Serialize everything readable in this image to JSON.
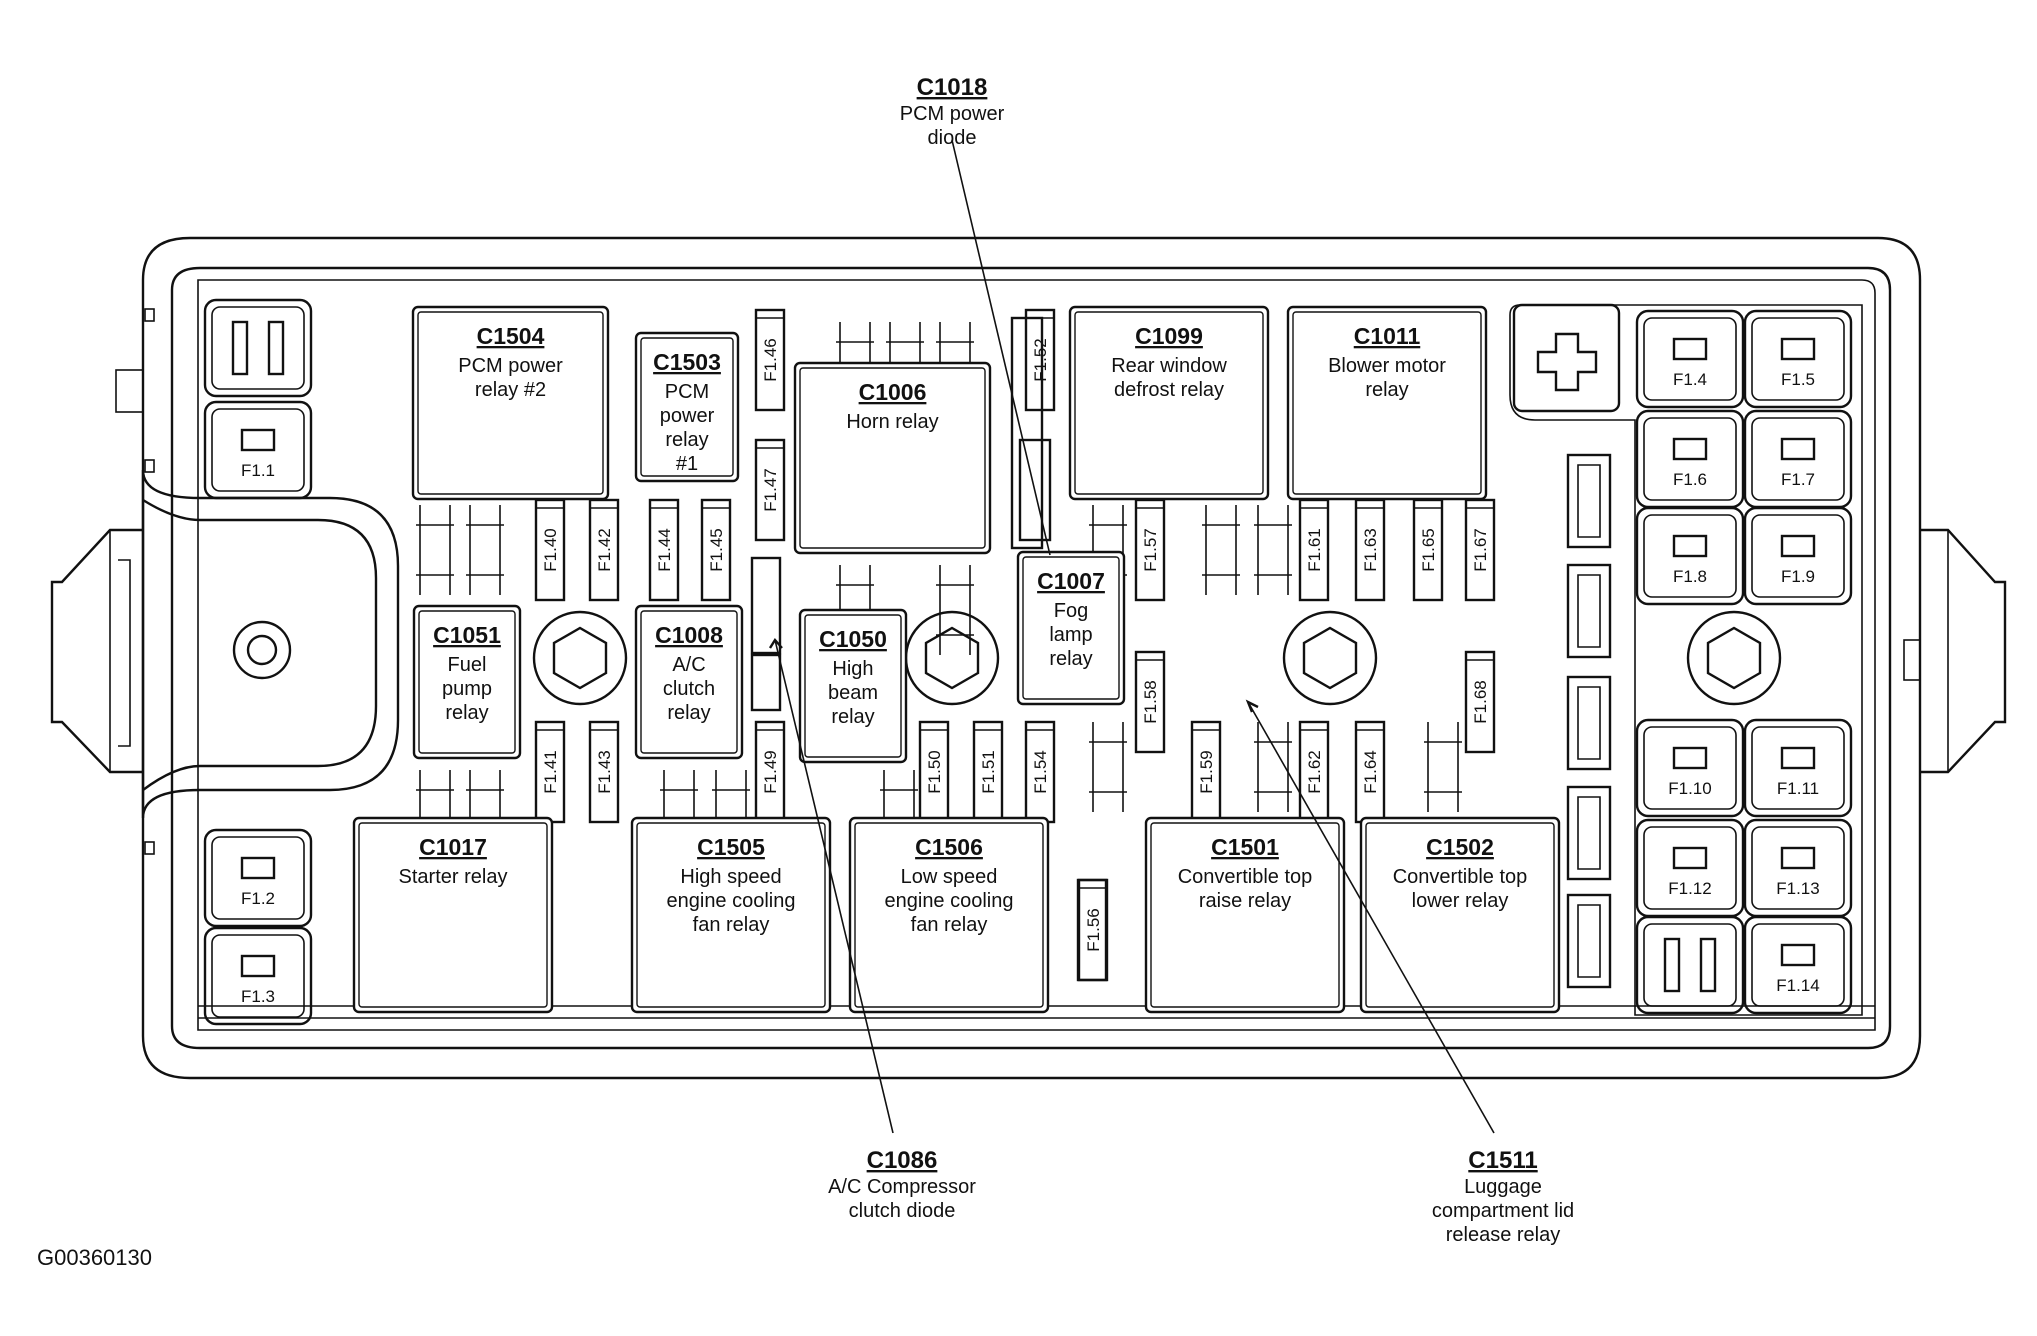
{
  "figure_id": "G00360130",
  "relays": [
    {
      "id": "c1504",
      "code": "C1504",
      "lines": [
        "PCM power",
        "relay #2"
      ]
    },
    {
      "id": "c1503",
      "code": "C1503",
      "lines": [
        "PCM",
        "power",
        "relay",
        "#1"
      ]
    },
    {
      "id": "c1006",
      "code": "C1006",
      "lines": [
        "Horn relay"
      ]
    },
    {
      "id": "c1099",
      "code": "C1099",
      "lines": [
        "Rear window",
        "defrost relay"
      ]
    },
    {
      "id": "c1011",
      "code": "C1011",
      "lines": [
        "Blower motor",
        "relay"
      ]
    },
    {
      "id": "c1051",
      "code": "C1051",
      "lines": [
        "Fuel",
        "pump",
        "relay"
      ]
    },
    {
      "id": "c1008",
      "code": "C1008",
      "lines": [
        "A/C",
        "clutch",
        "relay"
      ]
    },
    {
      "id": "c1050",
      "code": "C1050",
      "lines": [
        "High",
        "beam",
        "relay"
      ]
    },
    {
      "id": "c1007",
      "code": "C1007",
      "lines": [
        "Fog",
        "lamp",
        "relay"
      ]
    },
    {
      "id": "c1017",
      "code": "C1017",
      "lines": [
        "Starter relay"
      ]
    },
    {
      "id": "c1505",
      "code": "C1505",
      "lines": [
        "High speed",
        "engine cooling",
        "fan relay"
      ]
    },
    {
      "id": "c1506",
      "code": "C1506",
      "lines": [
        "Low speed",
        "engine cooling",
        "fan relay"
      ]
    },
    {
      "id": "c1501",
      "code": "C1501",
      "lines": [
        "Convertible top",
        "raise relay"
      ]
    },
    {
      "id": "c1502",
      "code": "C1502",
      "lines": [
        "Convertible top",
        "lower relay"
      ]
    }
  ],
  "callouts": [
    {
      "id": "c1018",
      "code": "C1018",
      "lines": [
        "PCM power",
        "diode"
      ]
    },
    {
      "id": "c1086",
      "code": "C1086",
      "lines": [
        "A/C Compressor",
        "clutch diode"
      ]
    },
    {
      "id": "c1511",
      "code": "C1511",
      "lines": [
        "Luggage",
        "compartment lid",
        "release relay"
      ]
    }
  ],
  "maxi_fuses": [
    "F1.1",
    "F1.2",
    "F1.3",
    "F1.4",
    "F1.5",
    "F1.6",
    "F1.7",
    "F1.8",
    "F1.9",
    "F1.10",
    "F1.11",
    "F1.12",
    "F1.13",
    "F1.14"
  ],
  "mini_fuses": [
    "F1.40",
    "F1.41",
    "F1.42",
    "F1.43",
    "F1.44",
    "F1.45",
    "F1.46",
    "F1.47",
    "F1.49",
    "F1.50",
    "F1.51",
    "F1.52",
    "F1.54",
    "F1.56",
    "F1.57",
    "F1.58",
    "F1.59",
    "F1.61",
    "F1.62",
    "F1.63",
    "F1.64",
    "F1.65",
    "F1.67",
    "F1.68"
  ]
}
